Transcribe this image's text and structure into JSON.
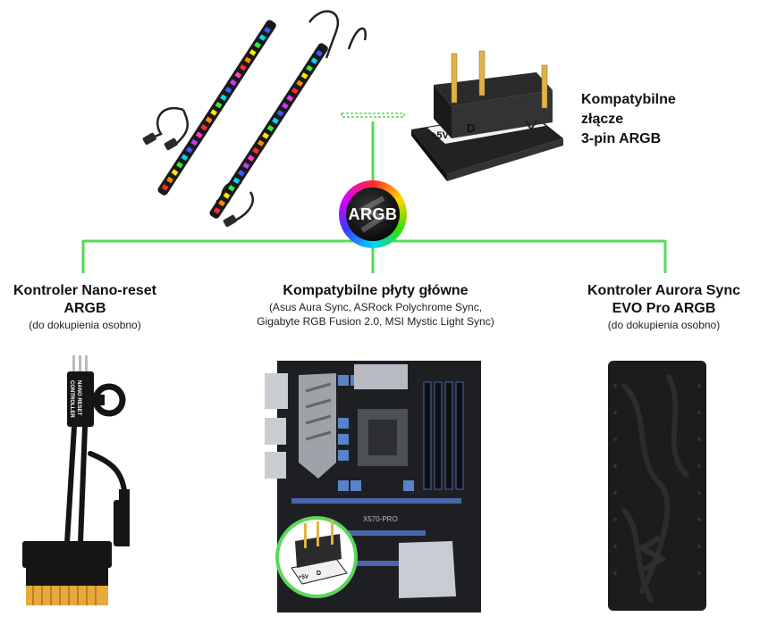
{
  "center_badge": {
    "label": "ARGB"
  },
  "connector_label": [
    "Kompatybilne",
    "złącze",
    "3-pin ARGB"
  ],
  "connector_pins": {
    "plus5v": "+5V",
    "data": "D"
  },
  "left_item": {
    "title_lines": [
      "Kontroler Nano-reset",
      "ARGB"
    ],
    "note": "(do dokupienia osobno)",
    "device_text": [
      "NANO RESET",
      "CONTROLLER"
    ]
  },
  "center_item": {
    "title": "Kompatybilne płyty główne",
    "note_lines": [
      "(Asus Aura Sync, ASRock Polychrome Sync,",
      "Gigabyte RGB Fusion 2.0, MSI Mystic Light Sync)"
    ],
    "board_model": "X570-PRO"
  },
  "right_item": {
    "title_lines": [
      "Kontroler Aurora Sync",
      "EVO Pro ARGB"
    ],
    "note": "(do dokupienia osobno)"
  },
  "colors": {
    "connector_lines": "#5ad75a",
    "led_colors": [
      "#ff2a2a",
      "#ff8a00",
      "#ffe600",
      "#3be83b",
      "#00d5ff",
      "#3a5bff",
      "#c33bff",
      "#ff3bd0"
    ]
  }
}
